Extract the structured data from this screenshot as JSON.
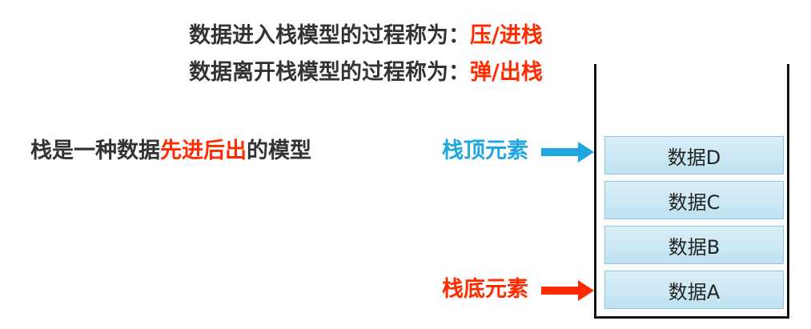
{
  "push_line": {
    "prefix": "数据进入栈模型的过程称为：",
    "highlight": "压/进栈"
  },
  "pop_line": {
    "prefix": "数据离开栈模型的过程称为：",
    "highlight": "弹/出栈"
  },
  "lifo_line": {
    "prefix": "栈是一种数据",
    "highlight": "先进后出",
    "suffix": "的模型"
  },
  "labels": {
    "top": "栈顶元素",
    "bottom": "栈底元素"
  },
  "stack_items": [
    "数据D",
    "数据C",
    "数据B",
    "数据A"
  ],
  "colors": {
    "red": "#ff2a00",
    "blue": "#1ea7e0"
  }
}
